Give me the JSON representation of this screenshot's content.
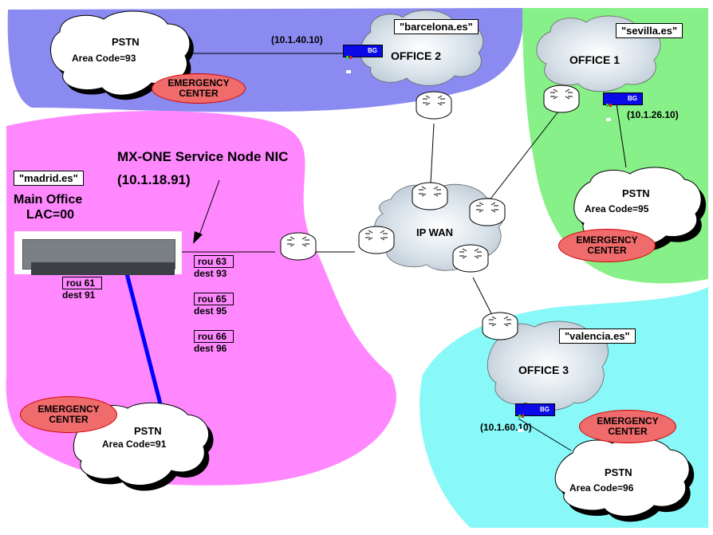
{
  "diagram": {
    "regions": [
      {
        "id": "barcelona",
        "color": "#8a8af0"
      },
      {
        "id": "madrid",
        "color": "#ff88ff"
      },
      {
        "id": "sevilla",
        "color": "#88f088"
      },
      {
        "id": "valencia",
        "color": "#88f8f8"
      }
    ],
    "main_office": {
      "domain": "\"madrid.es\"",
      "title": "Main Office",
      "lac": "LAC=00",
      "nic_label": "MX-ONE Service Node NIC",
      "nic_ip": "(10.1.18.91)"
    },
    "offices": [
      {
        "name": "OFFICE 2",
        "domain": "\"barcelona.es\"",
        "gateway_ip": "(10.1.40.10)",
        "gateway_label": "BG"
      },
      {
        "name": "OFFICE 1",
        "domain": "\"sevilla.es\"",
        "gateway_ip": "(10.1.26.10)",
        "gateway_label": "BG"
      },
      {
        "name": "OFFICE 3",
        "domain": "\"valencia.es\"",
        "gateway_ip": "(10.1.60.10)",
        "gateway_label": "BG"
      }
    ],
    "pstn": [
      {
        "title": "PSTN",
        "area": "Area Code=93"
      },
      {
        "title": "PSTN",
        "area": "Area Code=95"
      },
      {
        "title": "PSTN",
        "area": "Area Code=91"
      },
      {
        "title": "PSTN",
        "area": "Area Code=96"
      }
    ],
    "emergency": {
      "line1": "EMERGENCY",
      "line2": "CENTER"
    },
    "wan_label": "IP WAN",
    "routes": [
      {
        "rou": "rou 61",
        "dest": "dest 91"
      },
      {
        "rou": "rou 63",
        "dest": "dest 93"
      },
      {
        "rou": "rou 65",
        "dest": "dest 95"
      },
      {
        "rou": "rou 66",
        "dest": "dest 96"
      }
    ],
    "colors": {
      "gateway": "#0a0ae8",
      "emergency_fill": "#f06b6b",
      "emergency_stroke": "#d10000",
      "trunk_line": "#0000ff"
    }
  }
}
